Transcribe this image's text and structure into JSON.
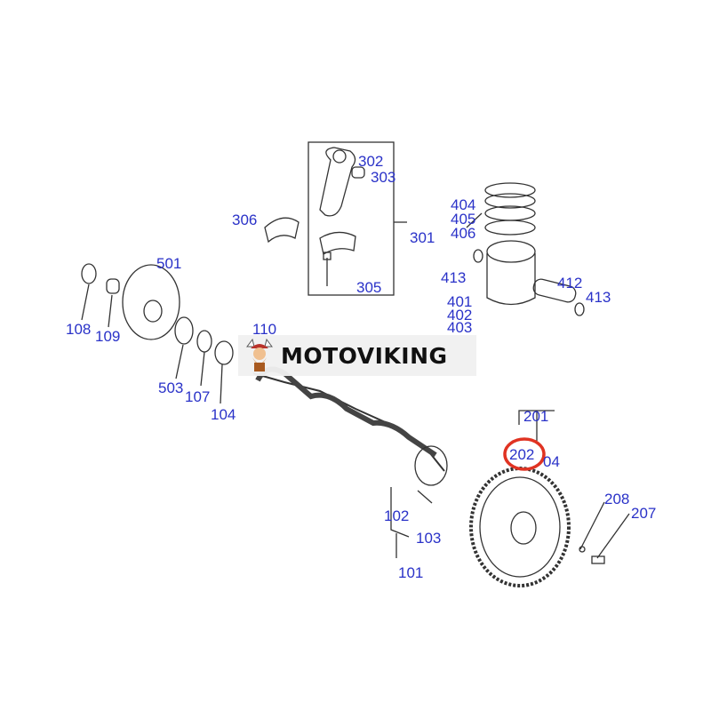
{
  "colors": {
    "label": "#2a32c8",
    "line": "#333333",
    "highlight": "#e03322"
  },
  "icons": [
    "viking-mascot-icon"
  ],
  "watermark": {
    "text": "MOTOVIKING"
  },
  "labels": {
    "l302": "302",
    "l303": "303",
    "l306": "306",
    "l301": "301",
    "l305": "305",
    "l404": "404",
    "l405": "405",
    "l406": "406",
    "l413a": "413",
    "l412": "412",
    "l413b": "413",
    "l401": "401",
    "l402": "402",
    "l403": "403",
    "l501": "501",
    "l108": "108",
    "l109": "109",
    "l503": "503",
    "l107": "107",
    "l104a": "104",
    "l110": "110",
    "l201": "201",
    "l202": "202",
    "l204": "04",
    "l208": "208",
    "l207": "207",
    "l102": "102",
    "l103": "103",
    "l101": "101"
  },
  "highlighted_part": "202"
}
